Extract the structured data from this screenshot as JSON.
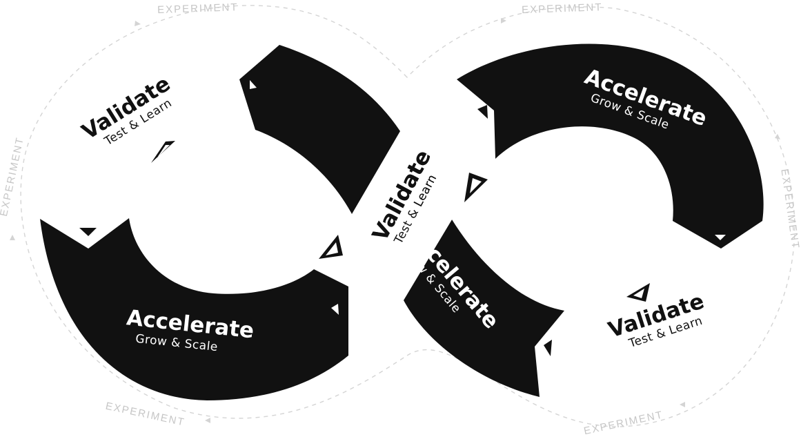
{
  "experiment_label": "EXPERIMENT",
  "validate": {
    "title": "Validate",
    "subtitle": "Test & Learn"
  },
  "accelerate": {
    "title": "Accelerate",
    "subtitle": "Grow & Scale"
  },
  "colors": {
    "band": "#111111",
    "outline": "#d4d4d4",
    "label": "#c6c6c6",
    "background": "#ffffff"
  },
  "icons": [
    "arrow-triangle-icon"
  ]
}
